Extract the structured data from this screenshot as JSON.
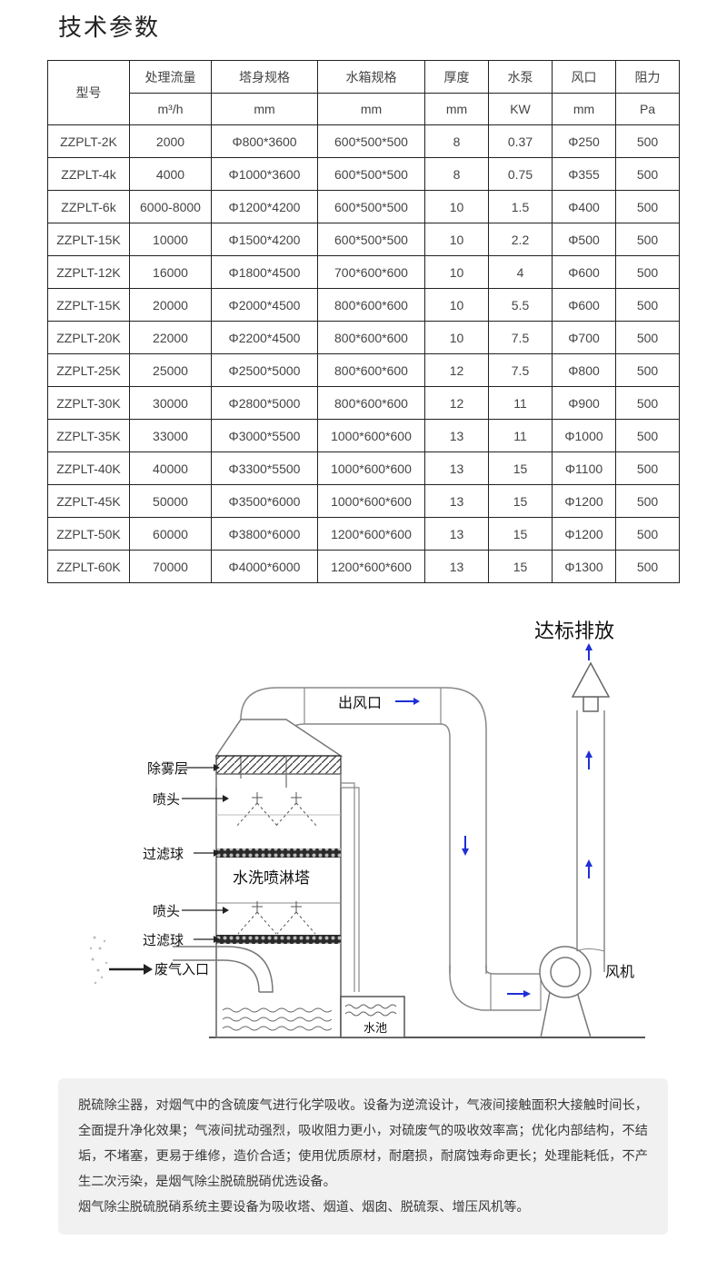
{
  "title": "技术参数",
  "table": {
    "model_header": "型号",
    "columns": [
      {
        "name": "处理流量",
        "unit": "m³/h"
      },
      {
        "name": "塔身规格",
        "unit": "mm"
      },
      {
        "name": "水箱规格",
        "unit": "mm"
      },
      {
        "name": "厚度",
        "unit": "mm"
      },
      {
        "name": "水泵",
        "unit": "KW"
      },
      {
        "name": "风口",
        "unit": "mm"
      },
      {
        "name": "阻力",
        "unit": "Pa"
      }
    ],
    "rows": [
      [
        "ZZPLT-2K",
        "2000",
        "Φ800*3600",
        "600*500*500",
        "8",
        "0.37",
        "Φ250",
        "500"
      ],
      [
        "ZZPLT-4k",
        "4000",
        "Φ1000*3600",
        "600*500*500",
        "8",
        "0.75",
        "Φ355",
        "500"
      ],
      [
        "ZZPLT-6k",
        "6000-8000",
        "Φ1200*4200",
        "600*500*500",
        "10",
        "1.5",
        "Φ400",
        "500"
      ],
      [
        "ZZPLT-15K",
        "10000",
        "Φ1500*4200",
        "600*500*500",
        "10",
        "2.2",
        "Φ500",
        "500"
      ],
      [
        "ZZPLT-12K",
        "16000",
        "Φ1800*4500",
        "700*600*600",
        "10",
        "4",
        "Φ600",
        "500"
      ],
      [
        "ZZPLT-15K",
        "20000",
        "Φ2000*4500",
        "800*600*600",
        "10",
        "5.5",
        "Φ600",
        "500"
      ],
      [
        "ZZPLT-20K",
        "22000",
        "Φ2200*4500",
        "800*600*600",
        "10",
        "7.5",
        "Φ700",
        "500"
      ],
      [
        "ZZPLT-25K",
        "25000",
        "Φ2500*5000",
        "800*600*600",
        "12",
        "7.5",
        "Φ800",
        "500"
      ],
      [
        "ZZPLT-30K",
        "30000",
        "Φ2800*5000",
        "800*600*600",
        "12",
        "11",
        "Φ900",
        "500"
      ],
      [
        "ZZPLT-35K",
        "33000",
        "Φ3000*5500",
        "1000*600*600",
        "13",
        "11",
        "Φ1000",
        "500"
      ],
      [
        "ZZPLT-40K",
        "40000",
        "Φ3300*5500",
        "1000*600*600",
        "13",
        "15",
        "Φ1100",
        "500"
      ],
      [
        "ZZPLT-45K",
        "50000",
        "Φ3500*6000",
        "1000*600*600",
        "13",
        "15",
        "Φ1200",
        "500"
      ],
      [
        "ZZPLT-50K",
        "60000",
        "Φ3800*6000",
        "1200*600*600",
        "13",
        "15",
        "Φ1200",
        "500"
      ],
      [
        "ZZPLT-60K",
        "70000",
        "Φ4000*6000",
        "1200*600*600",
        "13",
        "15",
        "Φ1300",
        "500"
      ]
    ]
  },
  "diagram": {
    "discharge": "达标排放",
    "outlet": "出风口",
    "demister": "除雾层",
    "nozzle_top": "喷头",
    "filter_top": "过滤球",
    "tower": "水洗喷淋塔",
    "nozzle_bottom": "喷头",
    "filter_bottom": "过滤球",
    "inlet": "废气入口",
    "pool": "水池",
    "fan": "风机",
    "arrow_color": "#1f2fd6"
  },
  "description": {
    "paragraph1": "脱硫除尘器，对烟气中的含硫废气进行化学吸收。设备为逆流设计，气液间接触面积大接触时间长，全面提升净化效果；气液间扰动强烈，吸收阻力更小，对硫废气的吸收效率高；优化内部结构，不结垢，不堵塞，更易于维修，造价合适；使用优质原材，耐磨损，耐腐蚀寿命更长；处理能耗低，不产生二次污染，是烟气除尘脱硫脱硝优选设备。",
    "paragraph2": "烟气除尘脱硫脱硝系统主要设备为吸收塔、烟道、烟囱、脱硫泵、增压风机等。"
  }
}
